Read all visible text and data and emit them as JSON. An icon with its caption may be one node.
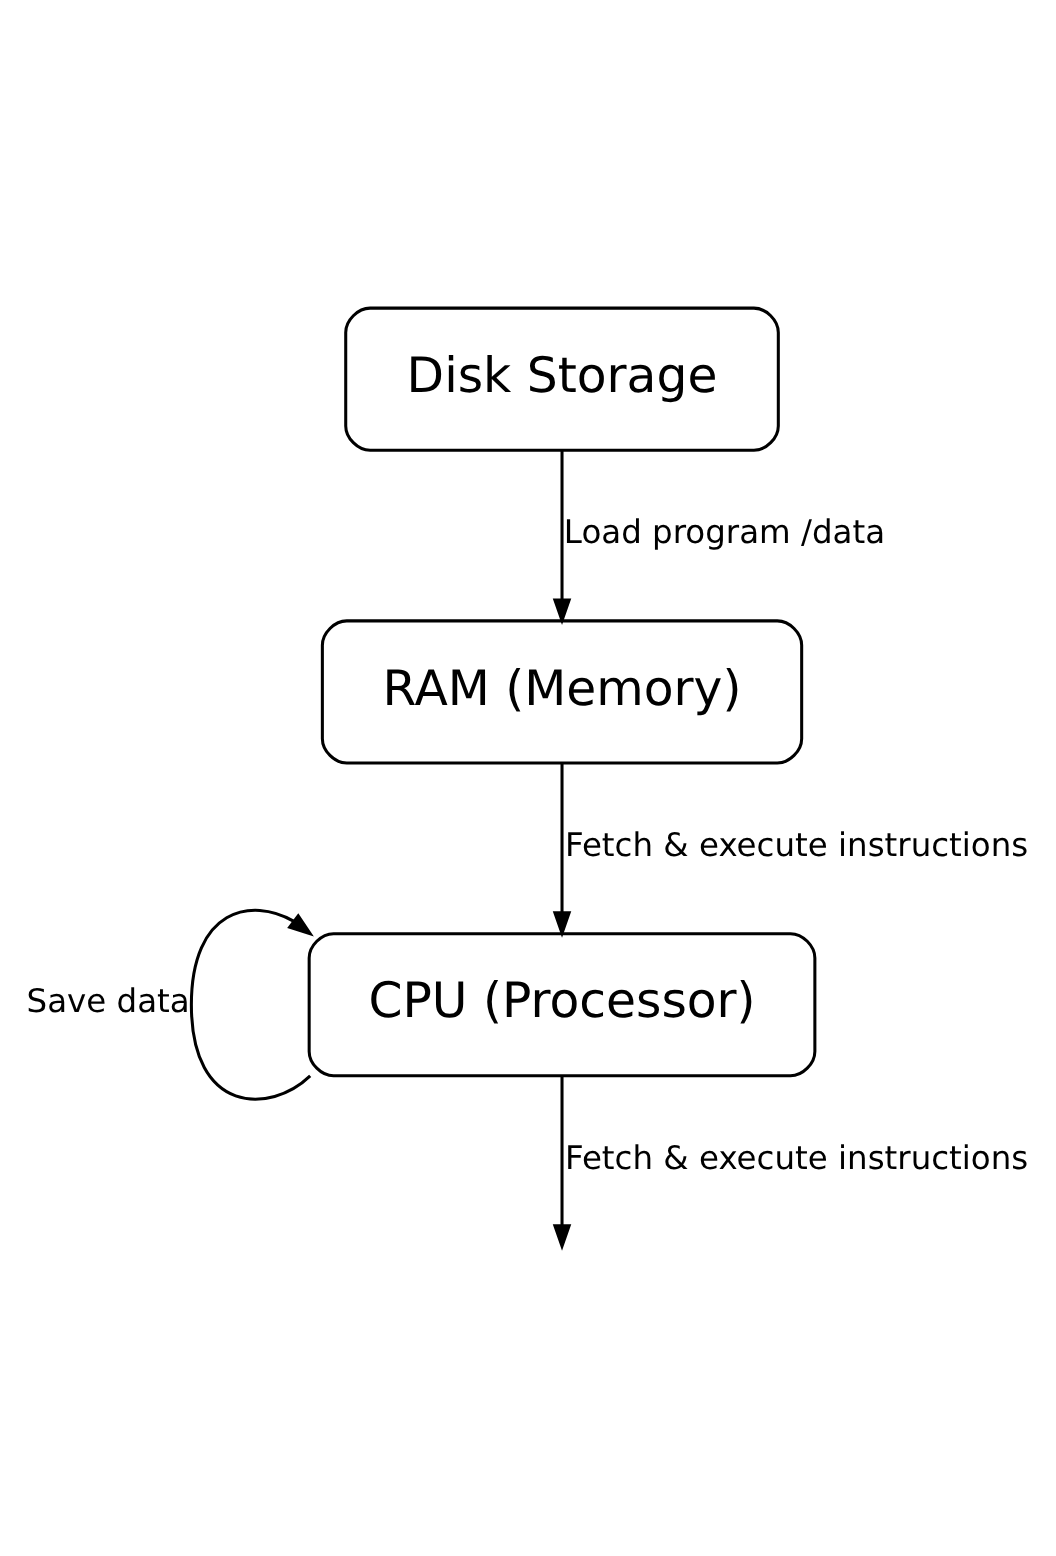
{
  "diagram": {
    "nodes": [
      {
        "text": [
          "Disk Storage"
        ]
      },
      {
        "text": [
          "RAM (Memory)"
        ]
      },
      {
        "text": [
          "CPU (Processor)"
        ]
      }
    ],
    "edges": [
      {
        "from": 0,
        "to": 1,
        "arrow": "to",
        "label": "Load program /data"
      },
      {
        "from": 1,
        "to": 2,
        "arrow": "to",
        "label": "Fetch & execute instructions"
      },
      {
        "from": 2,
        "to": 2,
        "arrow": "to",
        "label": "Save data"
      },
      {
        "from": 2,
        "to": null,
        "arrow": "to",
        "label": "Fetch & execute instructions"
      }
    ]
  }
}
